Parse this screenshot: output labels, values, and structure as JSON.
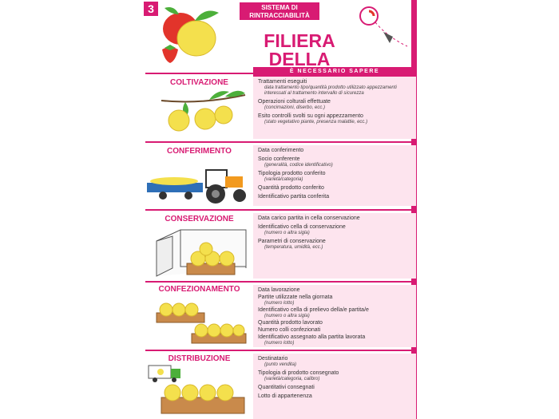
{
  "header": {
    "page_number": "3",
    "system_label": "SISTEMA DI RINTRACCIABILITÀ",
    "title_line1": "FILIERA",
    "title_line2": "DELLA FRUTTA",
    "band_label": "È NECESSARIO SAPERE"
  },
  "sections": [
    {
      "title": "COLTIVAZIONE",
      "items": [
        {
          "main": "Trattamenti eseguiti",
          "sub": "data trattamento tipo/quantità prodotto utilizzato appezzamenti interessati al trattamento intervallo di sicurezza"
        },
        {
          "main": "Operazioni colturali effettuate",
          "sub": "(concimazioni, diserbo, ecc.)"
        },
        {
          "main": "Esito controlli svolti su ogni appezzamento",
          "sub": "(stato vegetativo piante, presenza malattie, ecc.)"
        }
      ]
    },
    {
      "title": "CONFERIMENTO",
      "items": [
        {
          "main": "Data conferimento",
          "sub": ""
        },
        {
          "main": "Socio conferente",
          "sub": "(generalità, codice identificativo)"
        },
        {
          "main": "Tipologia prodotto conferito",
          "sub": "(varietà/categoria)"
        },
        {
          "main": "Quantità prodotto conferito",
          "sub": ""
        },
        {
          "main": "Identificativo partita conferita",
          "sub": ""
        }
      ]
    },
    {
      "title": "CONSERVAZIONE",
      "items": [
        {
          "main": "Data carico partita in cella conservazione",
          "sub": ""
        },
        {
          "main": "Identificativo cella di conservazione",
          "sub": "(numero o altra sigla)"
        },
        {
          "main": "Parametri di conservazione",
          "sub": "(temperatura, umidità, ecc.)"
        }
      ]
    },
    {
      "title": "CONFEZIONAMENTO",
      "items": [
        {
          "main": "Data lavorazione",
          "sub": ""
        },
        {
          "main": "Partite utilizzate nella giornata",
          "sub": "(numero lotto)"
        },
        {
          "main": "Identificativo cella di prelievo della/e partita/e",
          "sub": "(numero o altra sigla)"
        },
        {
          "main": "Quantità prodotto lavorato",
          "sub": ""
        },
        {
          "main": "Numero colli confezionati",
          "sub": ""
        },
        {
          "main": "Identificativo assegnato alla partita lavorata",
          "sub": "(numero lotto)"
        }
      ]
    },
    {
      "title": "DISTRIBUZIONE",
      "items": [
        {
          "main": "Destinatario",
          "sub": "(punto vendita)"
        },
        {
          "main": "Tipologia di prodotto consegnato",
          "sub": "(varietà/categoria, calibro)"
        },
        {
          "main": "Quantitativi consegnati",
          "sub": ""
        },
        {
          "main": "Lotto di appartenenza",
          "sub": ""
        }
      ]
    }
  ],
  "colors": {
    "accent": "#d81b73",
    "panel": "#fde4ee",
    "apple_yellow": "#f4e04d",
    "apple_red": "#e2342b",
    "leaf_green": "#4caf3a"
  },
  "icons": [
    "apple-icon",
    "strawberry-icon",
    "magnifier-icon",
    "branch-icon",
    "tractor-icon",
    "cold-room-icon",
    "crate-icon",
    "truck-icon"
  ]
}
